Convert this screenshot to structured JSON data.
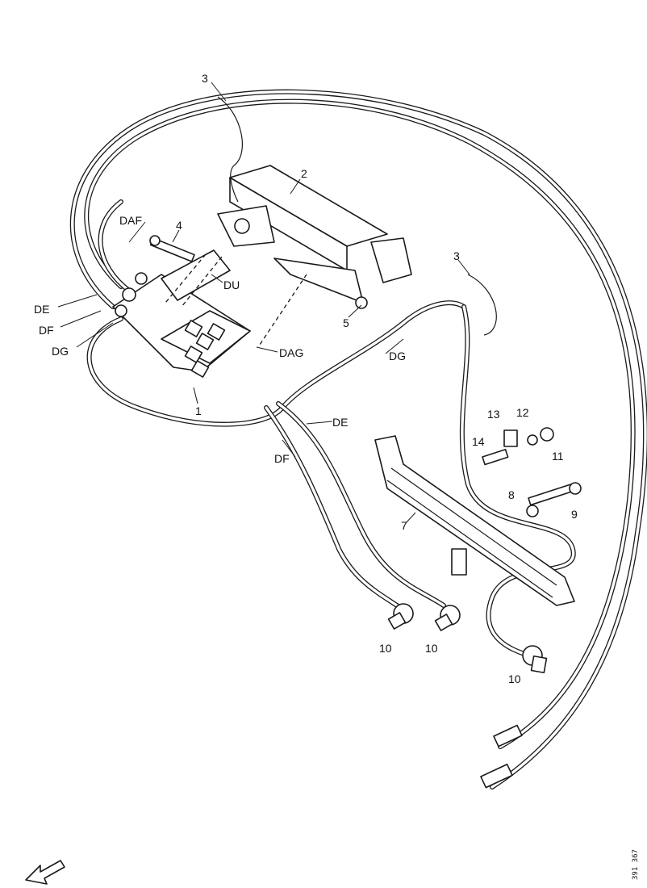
{
  "diagram": {
    "part_labels": {
      "p1": "1",
      "p2": "2",
      "p3a": "3",
      "p3b": "3",
      "p4": "4",
      "p5": "5",
      "p7": "7",
      "p8": "8",
      "p9": "9",
      "p10a": "10",
      "p10b": "10",
      "p10c": "10",
      "p11": "11",
      "p12": "12",
      "p13": "13",
      "p14": "14"
    },
    "hose_labels": {
      "daf": "DAF",
      "du": "DU",
      "dag": "DAG",
      "de_left": "DE",
      "df_left": "DF",
      "dg_left": "DG",
      "dg_right": "DG",
      "de_bottom": "DE",
      "df_bottom": "DF"
    },
    "figure_code": "391 367"
  }
}
